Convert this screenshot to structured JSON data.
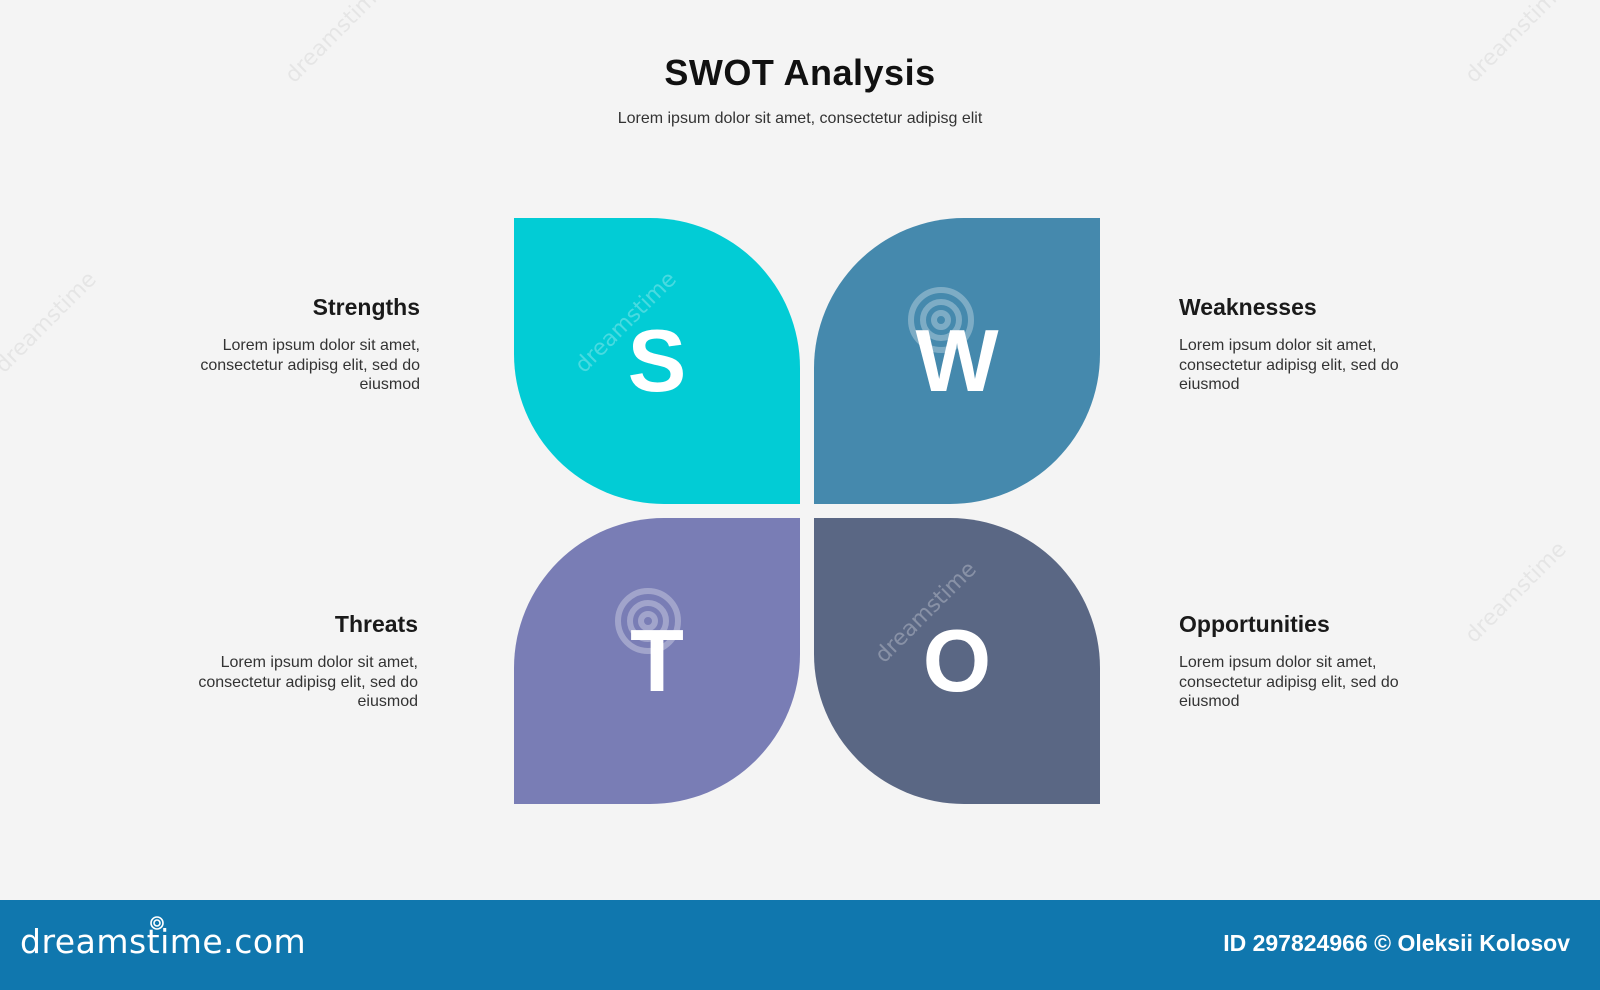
{
  "header": {
    "title": "SWOT Analysis",
    "subtitle": "Lorem ipsum dolor sit amet, consectetur adipisg elit"
  },
  "quadrants": [
    {
      "letter": "S",
      "label": "Strengths",
      "text": "Lorem ipsum dolor sit amet, consectetur adipisg elit, sed do eiusmod",
      "color": "#02ccd5"
    },
    {
      "letter": "W",
      "label": "Weaknesses",
      "text": "Lorem ipsum dolor sit amet, consectetur adipisg elit, sed do eiusmod",
      "color": "#4589ad"
    },
    {
      "letter": "T",
      "label": "Threats",
      "text": "Lorem ipsum dolor sit amet, consectetur adipisg elit, sed do eiusmod",
      "color": "#797db5"
    },
    {
      "letter": "O",
      "label": "Opportunities",
      "text": "Lorem ipsum dolor sit amet, consectetur adipisg elit, sed do eiusmod",
      "color": "#5a6784"
    }
  ],
  "watermark": {
    "text": "dreamstime"
  },
  "footer": {
    "brand": "dreamstime.com",
    "credit": "ID 297824966 © Oleksii Kolosov",
    "background": "#1077ae"
  }
}
